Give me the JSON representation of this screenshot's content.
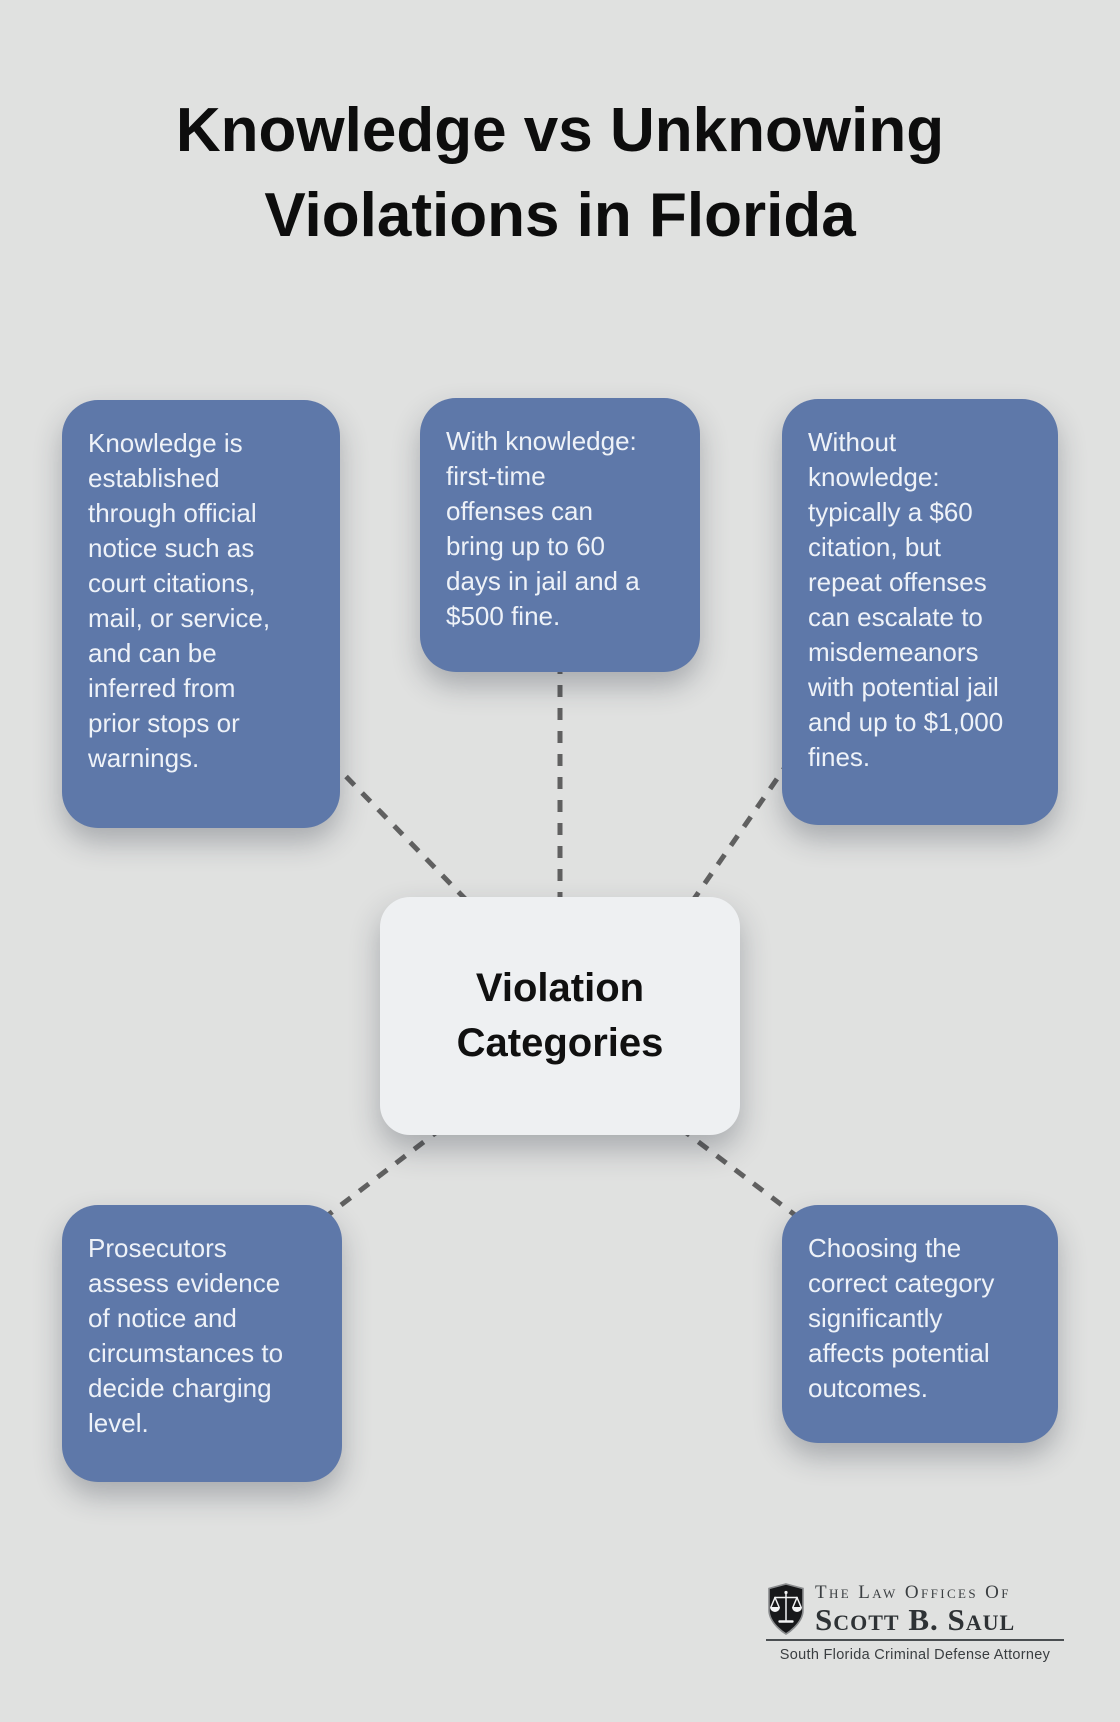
{
  "title": {
    "line1": "Knowledge vs Unknowing",
    "line2": "Violations in Florida"
  },
  "center": {
    "label": "Violation\nCategories"
  },
  "nodes": [
    {
      "id": "knowledge-notice",
      "text": "Knowledge is\nestablished\nthrough official\nnotice such as\ncourt citations,\nmail, or service,\nand can be\ninferred from\nprior stops or\nwarnings."
    },
    {
      "id": "with-knowledge",
      "text": "With knowledge:\nfirst-time\noffenses can\nbring up to 60\ndays in jail and a\n$500 fine."
    },
    {
      "id": "without-knowledge",
      "text": "Without\nknowledge:\ntypically a $60\ncitation, but\nrepeat offenses\ncan escalate to\nmisdemeanors\nwith potential jail\nand up to $1,000\nfines."
    },
    {
      "id": "prosecutors",
      "text": "Prosecutors\nassess evidence\nof notice and\ncircumstances to\ndecide charging\nlevel."
    },
    {
      "id": "category-choice",
      "text": "Choosing the\ncorrect category\nsignificantly\naffects potential\noutcomes."
    }
  ],
  "footer_logo": {
    "icon": "scales-of-justice-shield-icon",
    "firm_prefix": "The Law Offices Of",
    "firm_name": "Scott B. Saul",
    "tagline": "South Florida Criminal Defense Attorney"
  },
  "colors": {
    "background": "#e0e1e0",
    "node_fill": "#5e78a9",
    "node_text": "#eef2f8",
    "center_fill": "#eef0f2",
    "center_text": "#101010",
    "connector": "#606060",
    "title_text": "#0d0d0d",
    "logo_text": "#33373a"
  }
}
